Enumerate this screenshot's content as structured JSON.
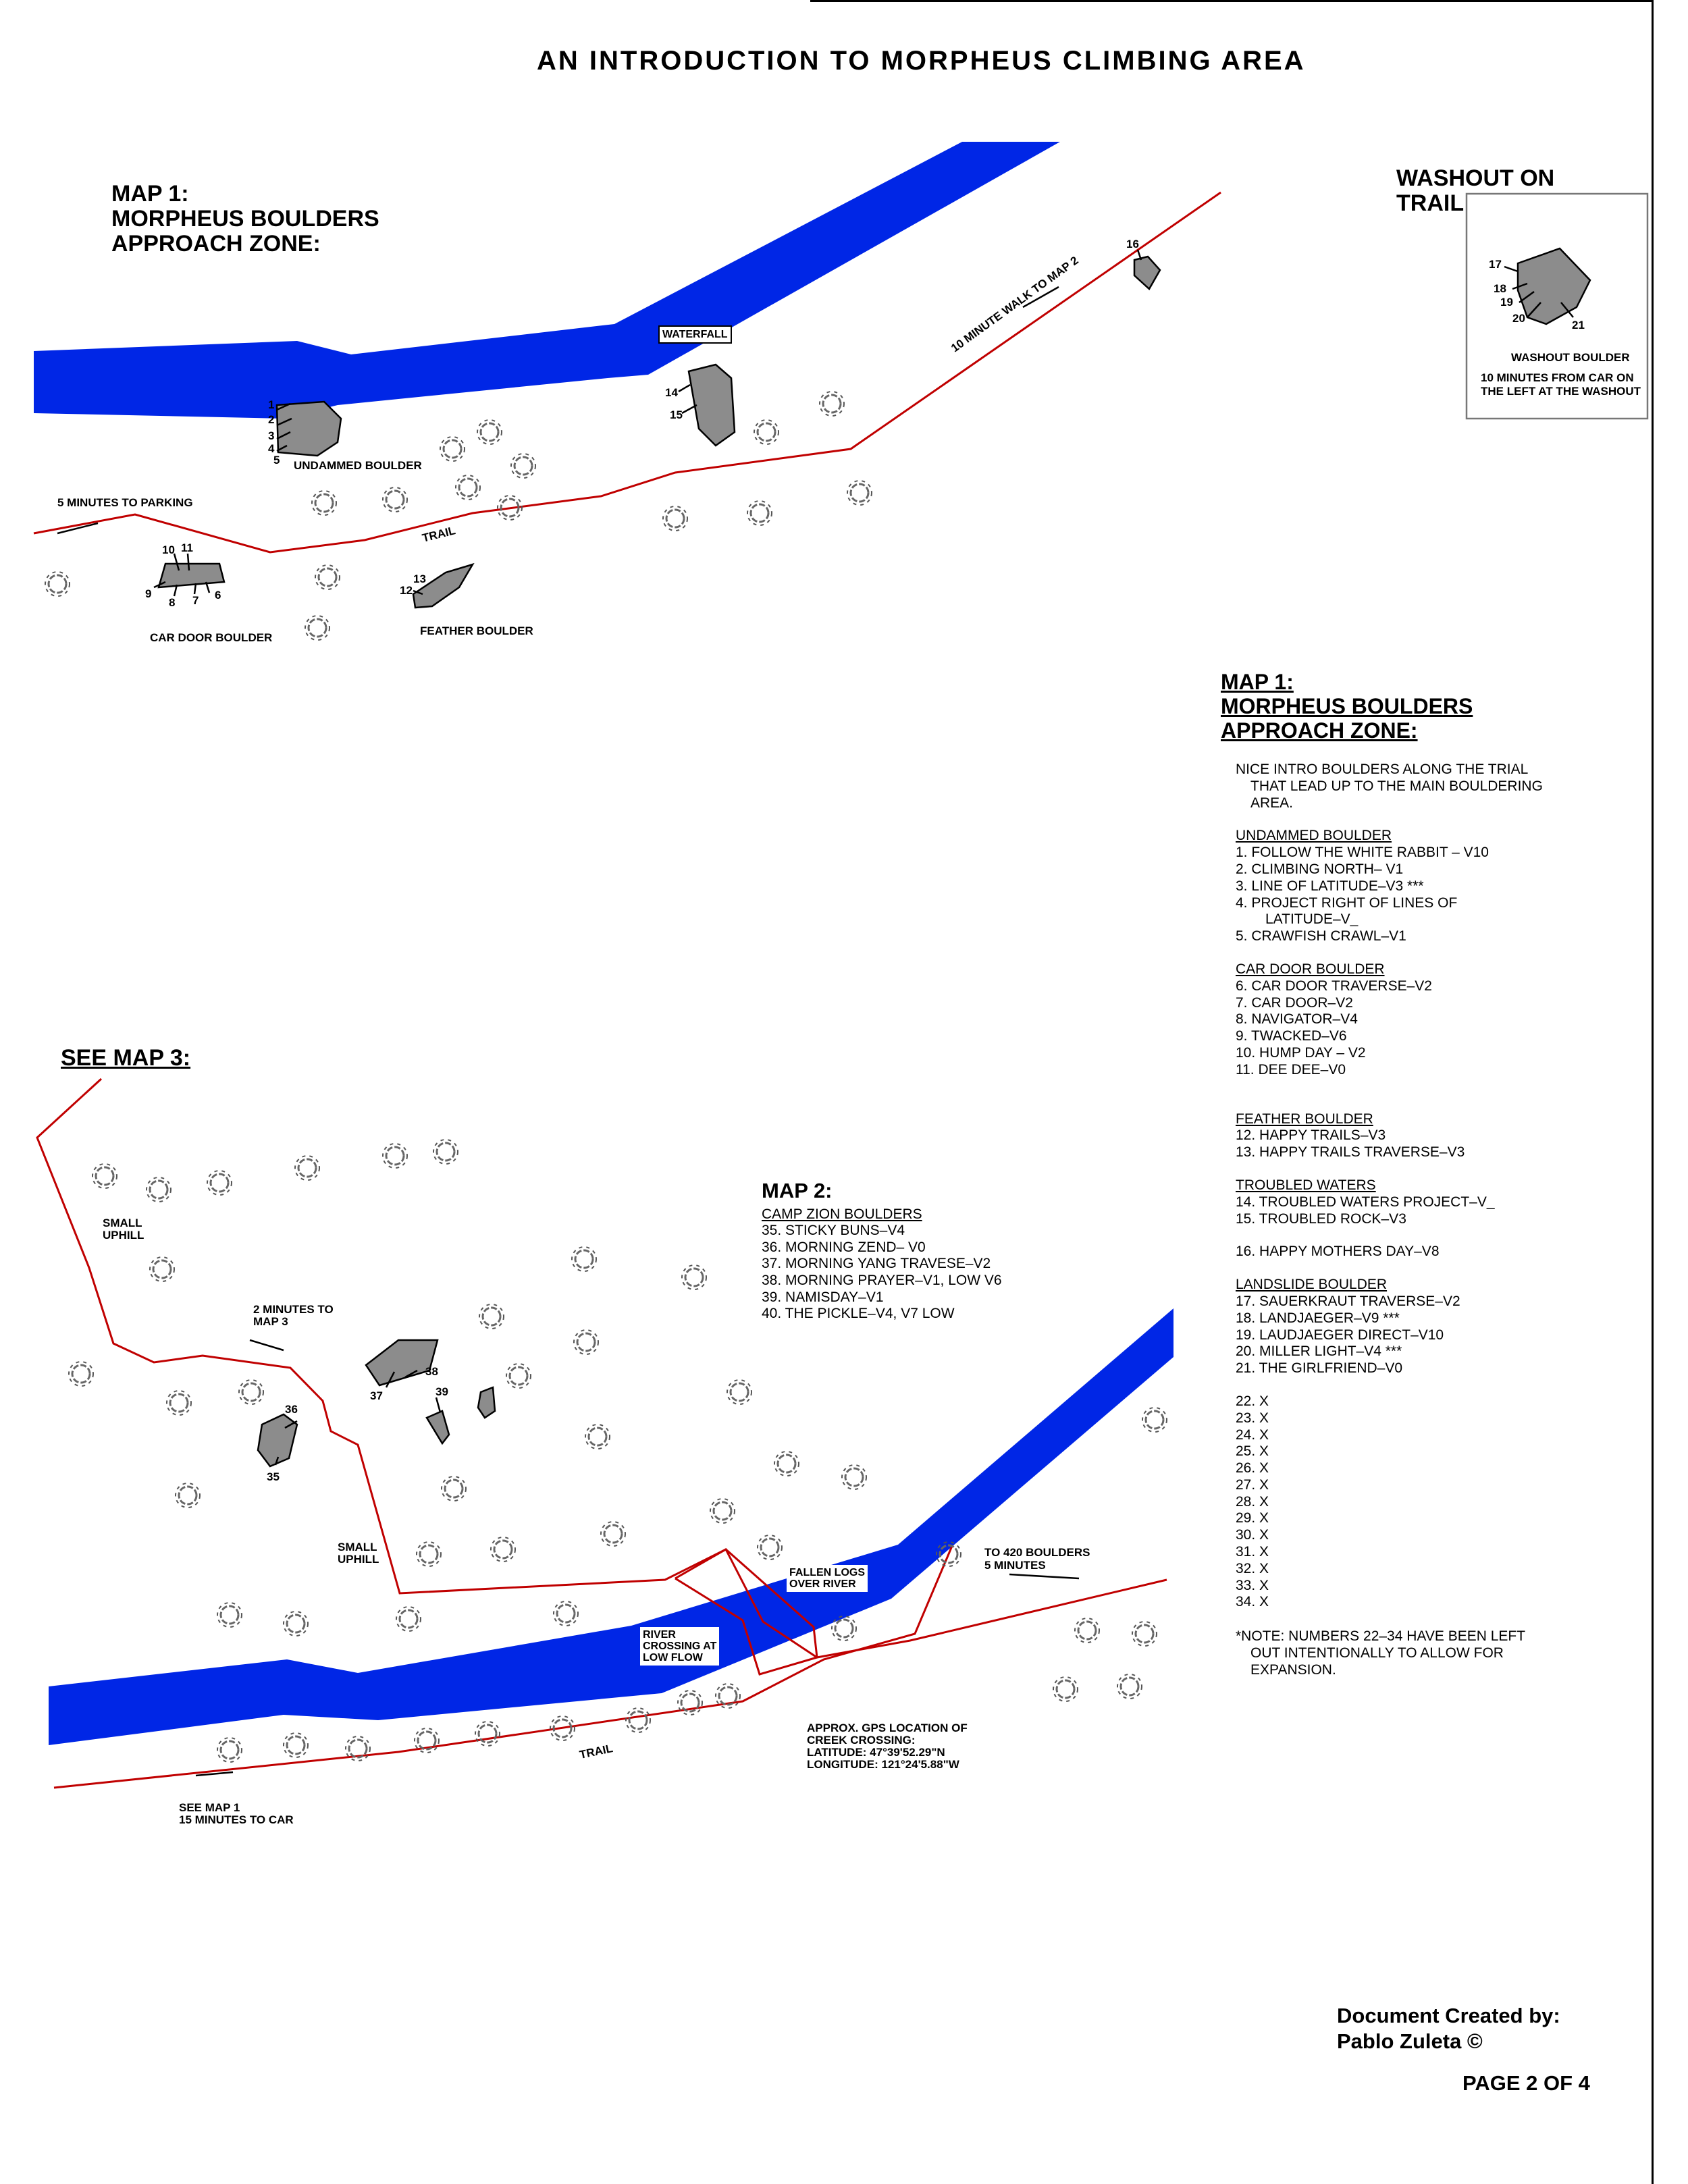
{
  "page": {
    "title": "AN INTRODUCTION TO MORPHEUS CLIMBING AREA",
    "credit_line1": "Document Created by:",
    "credit_line2": "Pablo Zuleta ©",
    "page_number": "PAGE 2 OF 4"
  },
  "map1": {
    "heading": [
      "MAP 1:",
      "MORPHEUS BOULDERS",
      "APPROACH ZONE:"
    ],
    "labels": {
      "undammed": "UNDAMMED BOULDER",
      "car_door": "CAR DOOR BOULDER",
      "feather": "FEATHER BOULDER",
      "waterfall": "WATERFALL",
      "trail": "TRAIL",
      "parking": "5 MINUTES TO PARKING",
      "walk_map2": "10 MINUTE WALK TO MAP 2"
    },
    "problem_numbers": [
      "1",
      "2",
      "3",
      "4",
      "5",
      "6",
      "7",
      "8",
      "9",
      "10",
      "11",
      "12",
      "13",
      "14",
      "15",
      "16"
    ]
  },
  "washout": {
    "heading": [
      "WASHOUT ON",
      "TRAIL"
    ],
    "boulder_label": "WASHOUT BOULDER",
    "note": [
      "10 MINUTES FROM CAR ON",
      "THE LEFT AT THE WASHOUT"
    ],
    "problem_numbers": [
      "17",
      "18",
      "19",
      "20",
      "21"
    ]
  },
  "see_map3": "SEE MAP 3:",
  "map2": {
    "heading": "MAP 2:",
    "list_title": "CAMP ZION BOULDERS",
    "problems": [
      "35. STICKY BUNS–V4",
      "36. MORNING ZEND– V0",
      "37. MORNING YANG TRAVESE–V2",
      "38. MORNING PRAYER–V1, LOW V6",
      "39. NAMISDAY–V1",
      "40. THE PICKLE–V4, V7 LOW"
    ],
    "labels": {
      "small_uphill": [
        "SMALL",
        "UPHILL"
      ],
      "two_min": [
        "2 MINUTES TO",
        "MAP 3"
      ],
      "fallen_logs": [
        "FALLEN LOGS",
        "OVER RIVER"
      ],
      "river_crossing": [
        "RIVER",
        "CROSSING AT",
        "LOW FLOW"
      ],
      "to_420": [
        "TO 420 BOULDERS",
        "5 MINUTES"
      ],
      "trail": "TRAIL",
      "see_map1": [
        "SEE MAP 1",
        "15 MINUTES TO CAR"
      ],
      "gps": [
        "APPROX. GPS LOCATION OF",
        "CREEK CROSSING:",
        "LATITUDE: 47°39'52.29\"N",
        "LONGITUDE: 121°24'5.88\"W"
      ]
    },
    "problem_numbers": [
      "35",
      "36",
      "37",
      "38",
      "39"
    ]
  },
  "legend": {
    "heading": [
      "MAP 1:",
      "MORPHEUS BOULDERS",
      "APPROACH ZONE:"
    ],
    "intro": [
      "NICE INTRO BOULDERS ALONG THE TRIAL",
      "THAT LEAD UP TO THE MAIN BOULDERING",
      "AREA."
    ],
    "undammed_title": "UNDAMMED BOULDER",
    "undammed": [
      "1.  FOLLOW THE WHITE RABBIT – V10",
      "2.  CLIMBING NORTH– V1",
      "3.  LINE OF LATITUDE–V3 ***",
      "4.  PROJECT RIGHT OF LINES OF",
      "LATITUDE–V_",
      "5.  CRAWFISH CRAWL–V1"
    ],
    "car_door_title": "CAR DOOR BOULDER",
    "car_door": [
      "6.  CAR DOOR TRAVERSE–V2",
      "7.  CAR DOOR–V2",
      "8.  NAVIGATOR–V4",
      "9.  TWACKED–V6",
      "10. HUMP DAY – V2",
      "11. DEE DEE–V0"
    ],
    "feather_title": "FEATHER BOULDER",
    "feather": [
      "12. HAPPY TRAILS–V3",
      "13. HAPPY TRAILS TRAVERSE–V3"
    ],
    "troubled_title": "TROUBLED WATERS",
    "troubled": [
      "14. TROUBLED WATERS PROJECT–V_",
      "15. TROUBLED ROCK–V3"
    ],
    "mothers": "16. HAPPY MOTHERS DAY–V8",
    "landslide_title": "LANDSLIDE BOULDER",
    "landslide": [
      "17. SAUERKRAUT TRAVERSE–V2",
      "18. LANDJAEGER–V9 ***",
      "19. LAUDJAEGER DIRECT–V10",
      "20.  MILLER LIGHT–V4 ***",
      "21.  THE GIRLFRIEND–V0"
    ],
    "placeholders": [
      "22. X",
      "23. X",
      "24. X",
      "25. X",
      "26. X",
      "27. X",
      "28. X",
      "29. X",
      "30. X",
      "31. X",
      "32. X",
      "33. X",
      "34. X"
    ],
    "note": [
      "*NOTE:  NUMBERS 22–34 HAVE BEEN LEFT",
      "OUT INTENTIONALLY TO ALLOW FOR",
      "EXPANSION."
    ]
  },
  "colors": {
    "river": "#0026e6",
    "trail": "#c00000",
    "boulder": "#8c8c8c"
  }
}
